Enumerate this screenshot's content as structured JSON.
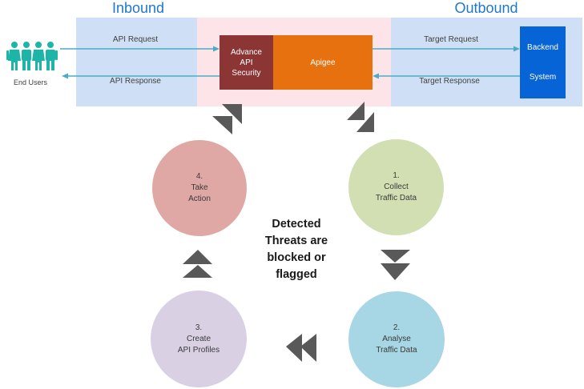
{
  "zones": {
    "inbound_title": "Inbound",
    "outbound_title": "Outbound"
  },
  "actors": {
    "end_users": "End Users",
    "advance_api_security": [
      "Advance",
      "API",
      "Security"
    ],
    "apigee": "Apigee",
    "backend_system": [
      "Backend",
      "System"
    ]
  },
  "flows": {
    "api_request": "API Request",
    "api_response": "API Response",
    "target_request": "Target Request",
    "target_response": "Target Response"
  },
  "cycle": [
    {
      "number": "1.",
      "line1": "Collect",
      "line2": "Traffic Data",
      "color": "#d1dfb3"
    },
    {
      "number": "2.",
      "line1": "Analyse",
      "line2": "Traffic Data",
      "color": "#a7d6e4"
    },
    {
      "number": "3.",
      "line1": "Create",
      "line2": "API Profiles",
      "color": "#d9d0e4"
    },
    {
      "number": "4.",
      "line1": "Take",
      "line2": "Action",
      "color": "#e0a8a5"
    }
  ],
  "center_text": [
    "Detected",
    "Threats are",
    "blocked or",
    "flagged"
  ],
  "colors": {
    "zone_blue": "#cfe0f6",
    "zone_pink": "#fde4e9",
    "security_box": "#8b3535",
    "apigee_box": "#e8710f",
    "backend_box": "#0664d6",
    "flow_line": "#4bacc6",
    "users_icon": "#1db5a7",
    "cycle_arrow": "#595959",
    "title_blue": "#1f78c8"
  }
}
